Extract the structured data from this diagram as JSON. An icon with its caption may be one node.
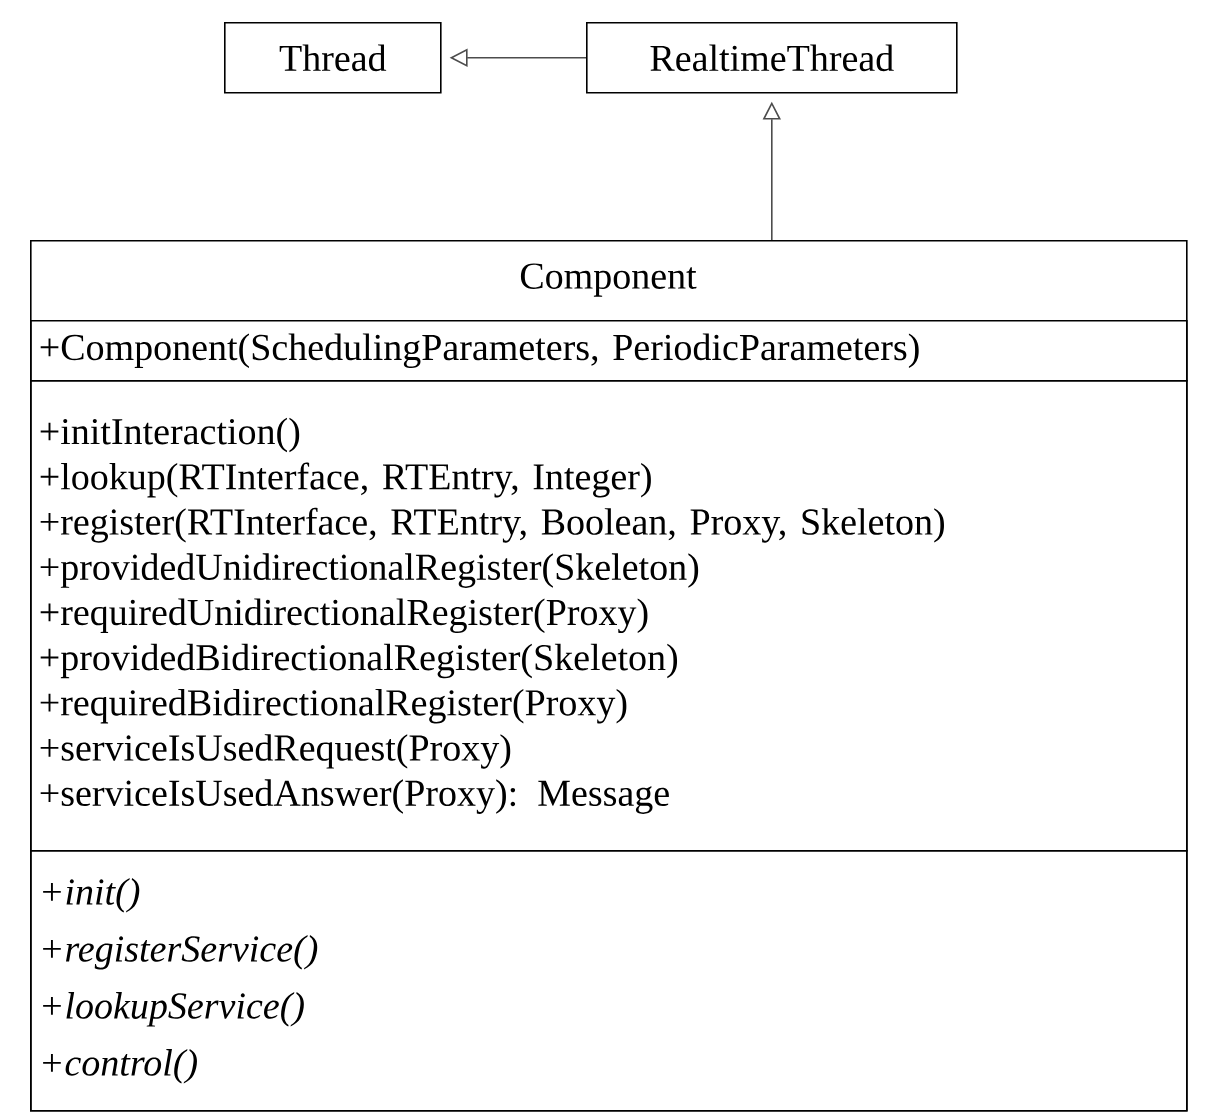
{
  "diagram": {
    "nodes": [
      {
        "text": [
          "Thread"
        ]
      },
      {
        "text": [
          "RealtimeThread"
        ]
      },
      {
        "text": [
          "Component"
        ]
      },
      {
        "text": [
          "+Component(SchedulingParameters,  PeriodicParameters)"
        ],
        "in": 2
      },
      {
        "text": [
          "+initInteraction()",
          "+lookup(RTInterface, RTEntry, Integer)",
          "+register(RTInterface, RTEntry, Boolean, Proxy, Skeleton)",
          "+providedUnidirectionalRegister(Skeleton)",
          "+requiredUnidirectionalRegister(Proxy)",
          "+providedBidirectionalRegister(Skeleton)",
          "+requiredBidirectionalRegister(Proxy)",
          "+serviceIsUsedRequest(Proxy)",
          "+serviceIsUsedAnswer(Proxy): Message"
        ],
        "in": 2
      },
      {
        "text": [
          "+init()",
          "+registerService()",
          "+lookupService()",
          "+control()"
        ],
        "in": 2
      }
    ],
    "edges": [
      {
        "from": 1,
        "to": 0,
        "arrow": "to"
      },
      {
        "from": 2,
        "to": 1,
        "arrow": "to"
      }
    ]
  }
}
